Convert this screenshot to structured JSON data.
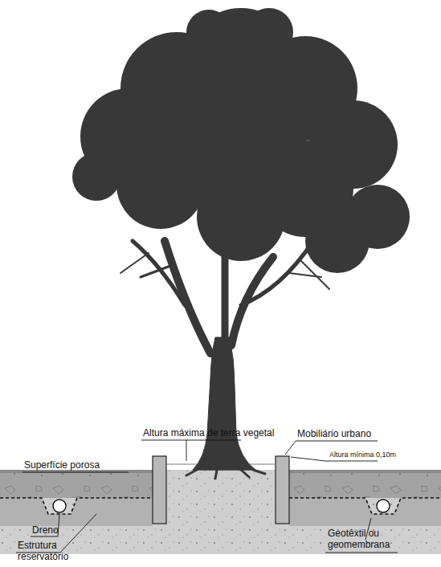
{
  "diagram": {
    "labels": [
      "Altura máxima de terra vegetal",
      "Mobiliário urbano",
      "Altura mínima 0,10m",
      "Superfície porosa",
      "Dreno",
      "Estrutura reservatório",
      "Geotêxtil ou geomembrana"
    ]
  }
}
